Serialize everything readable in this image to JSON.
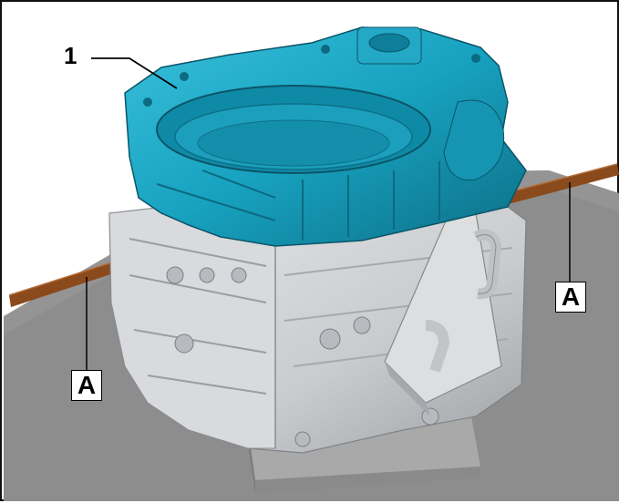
{
  "labels": {
    "part_number": "1",
    "line_left": "A",
    "line_right": "A"
  },
  "colors": {
    "housing": "#1aa0bd",
    "housing_dark": "#0f6f86",
    "block": "#cfd1d4",
    "block_dark": "#9a9da1",
    "floor": "#8f8f8f",
    "rod": "#8b4a1c"
  }
}
